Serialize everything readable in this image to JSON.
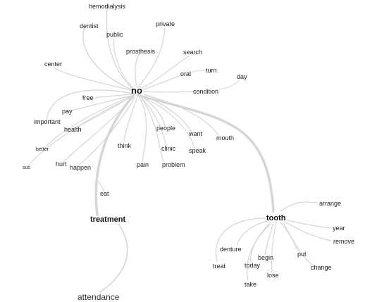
{
  "colors": {
    "edge": "#d6d6d6",
    "text": "#222222",
    "background": "#ffffff"
  },
  "hubs": {
    "no": "no",
    "treatment": "treatment",
    "tooth": "tooth",
    "attendance": "attendance"
  },
  "no_words": {
    "hemodialysis": "hemodialysis",
    "dentist": "dentist",
    "public": "public",
    "private": "private",
    "prosthesis": "prosthesis",
    "search": "search",
    "center": "center",
    "oral": "oral",
    "turn": "turn",
    "day": "day",
    "condition": "condition",
    "free": "free",
    "pay": "pay",
    "important": "important",
    "health": "health",
    "better": "better",
    "sus": "sus",
    "hurt": "hurt",
    "happen": "happen",
    "think": "think",
    "people": "people",
    "want": "want",
    "mouth": "mouth",
    "clinic": "clinic",
    "speak": "speak",
    "pain": "pain",
    "problem": "problem"
  },
  "treatment_words": {
    "eat": "eat"
  },
  "tooth_words": {
    "arrange": "arrange",
    "year": "year",
    "remove": "remove",
    "denture": "denture",
    "begin": "begin",
    "put": "put",
    "treat": "treat",
    "today": "today",
    "lose": "lose",
    "change": "change",
    "take": "take"
  }
}
